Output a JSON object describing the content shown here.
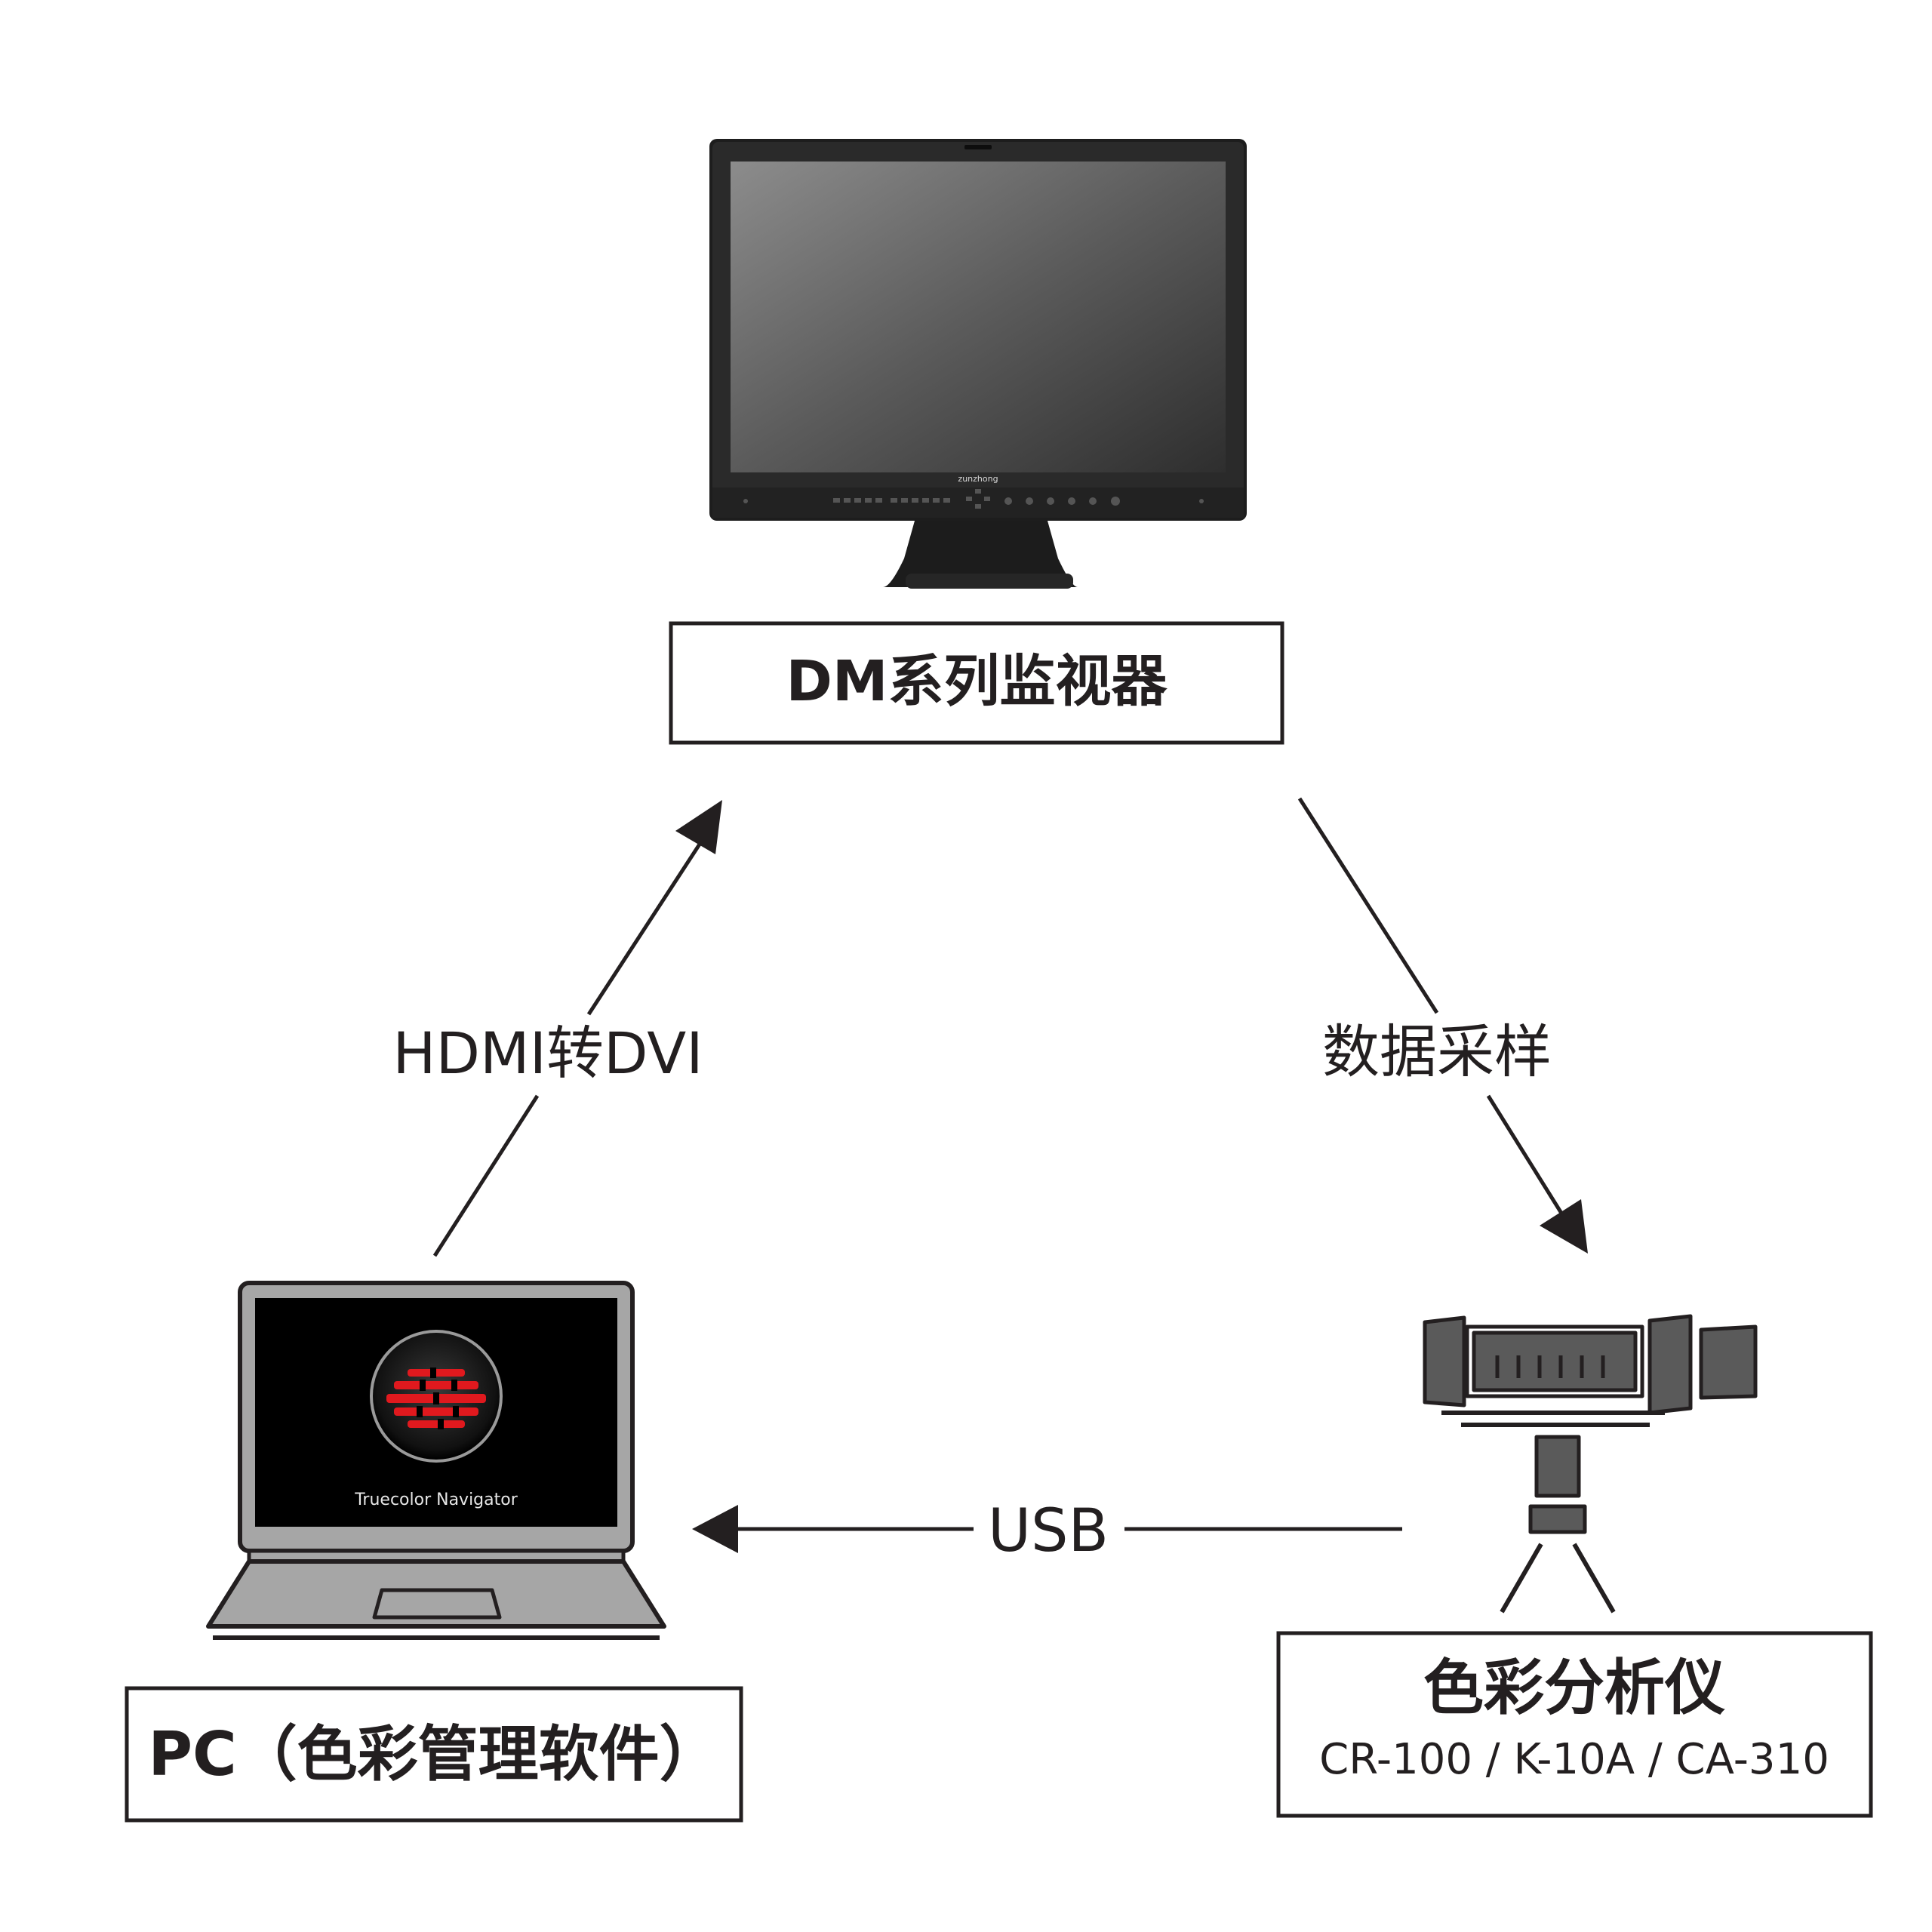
{
  "nodes": {
    "monitor": {
      "label": "DM系列监视器",
      "brand": "zunzhong"
    },
    "pc": {
      "label": "PC（色彩管理软件）",
      "software": "Truecolor Navigator"
    },
    "analyzer": {
      "label": "色彩分析仪",
      "models": "CR-100 / K-10A / CA-310"
    }
  },
  "edges": {
    "pc_to_monitor": "HDMI转DVI",
    "monitor_to_analyzer": "数据采样",
    "analyzer_to_pc": "USB"
  },
  "colors": {
    "line": "#231f20",
    "device_gray": "#5a5a5a",
    "laptop_body": "#a6a6a6",
    "logo_red": "#e0191e"
  }
}
